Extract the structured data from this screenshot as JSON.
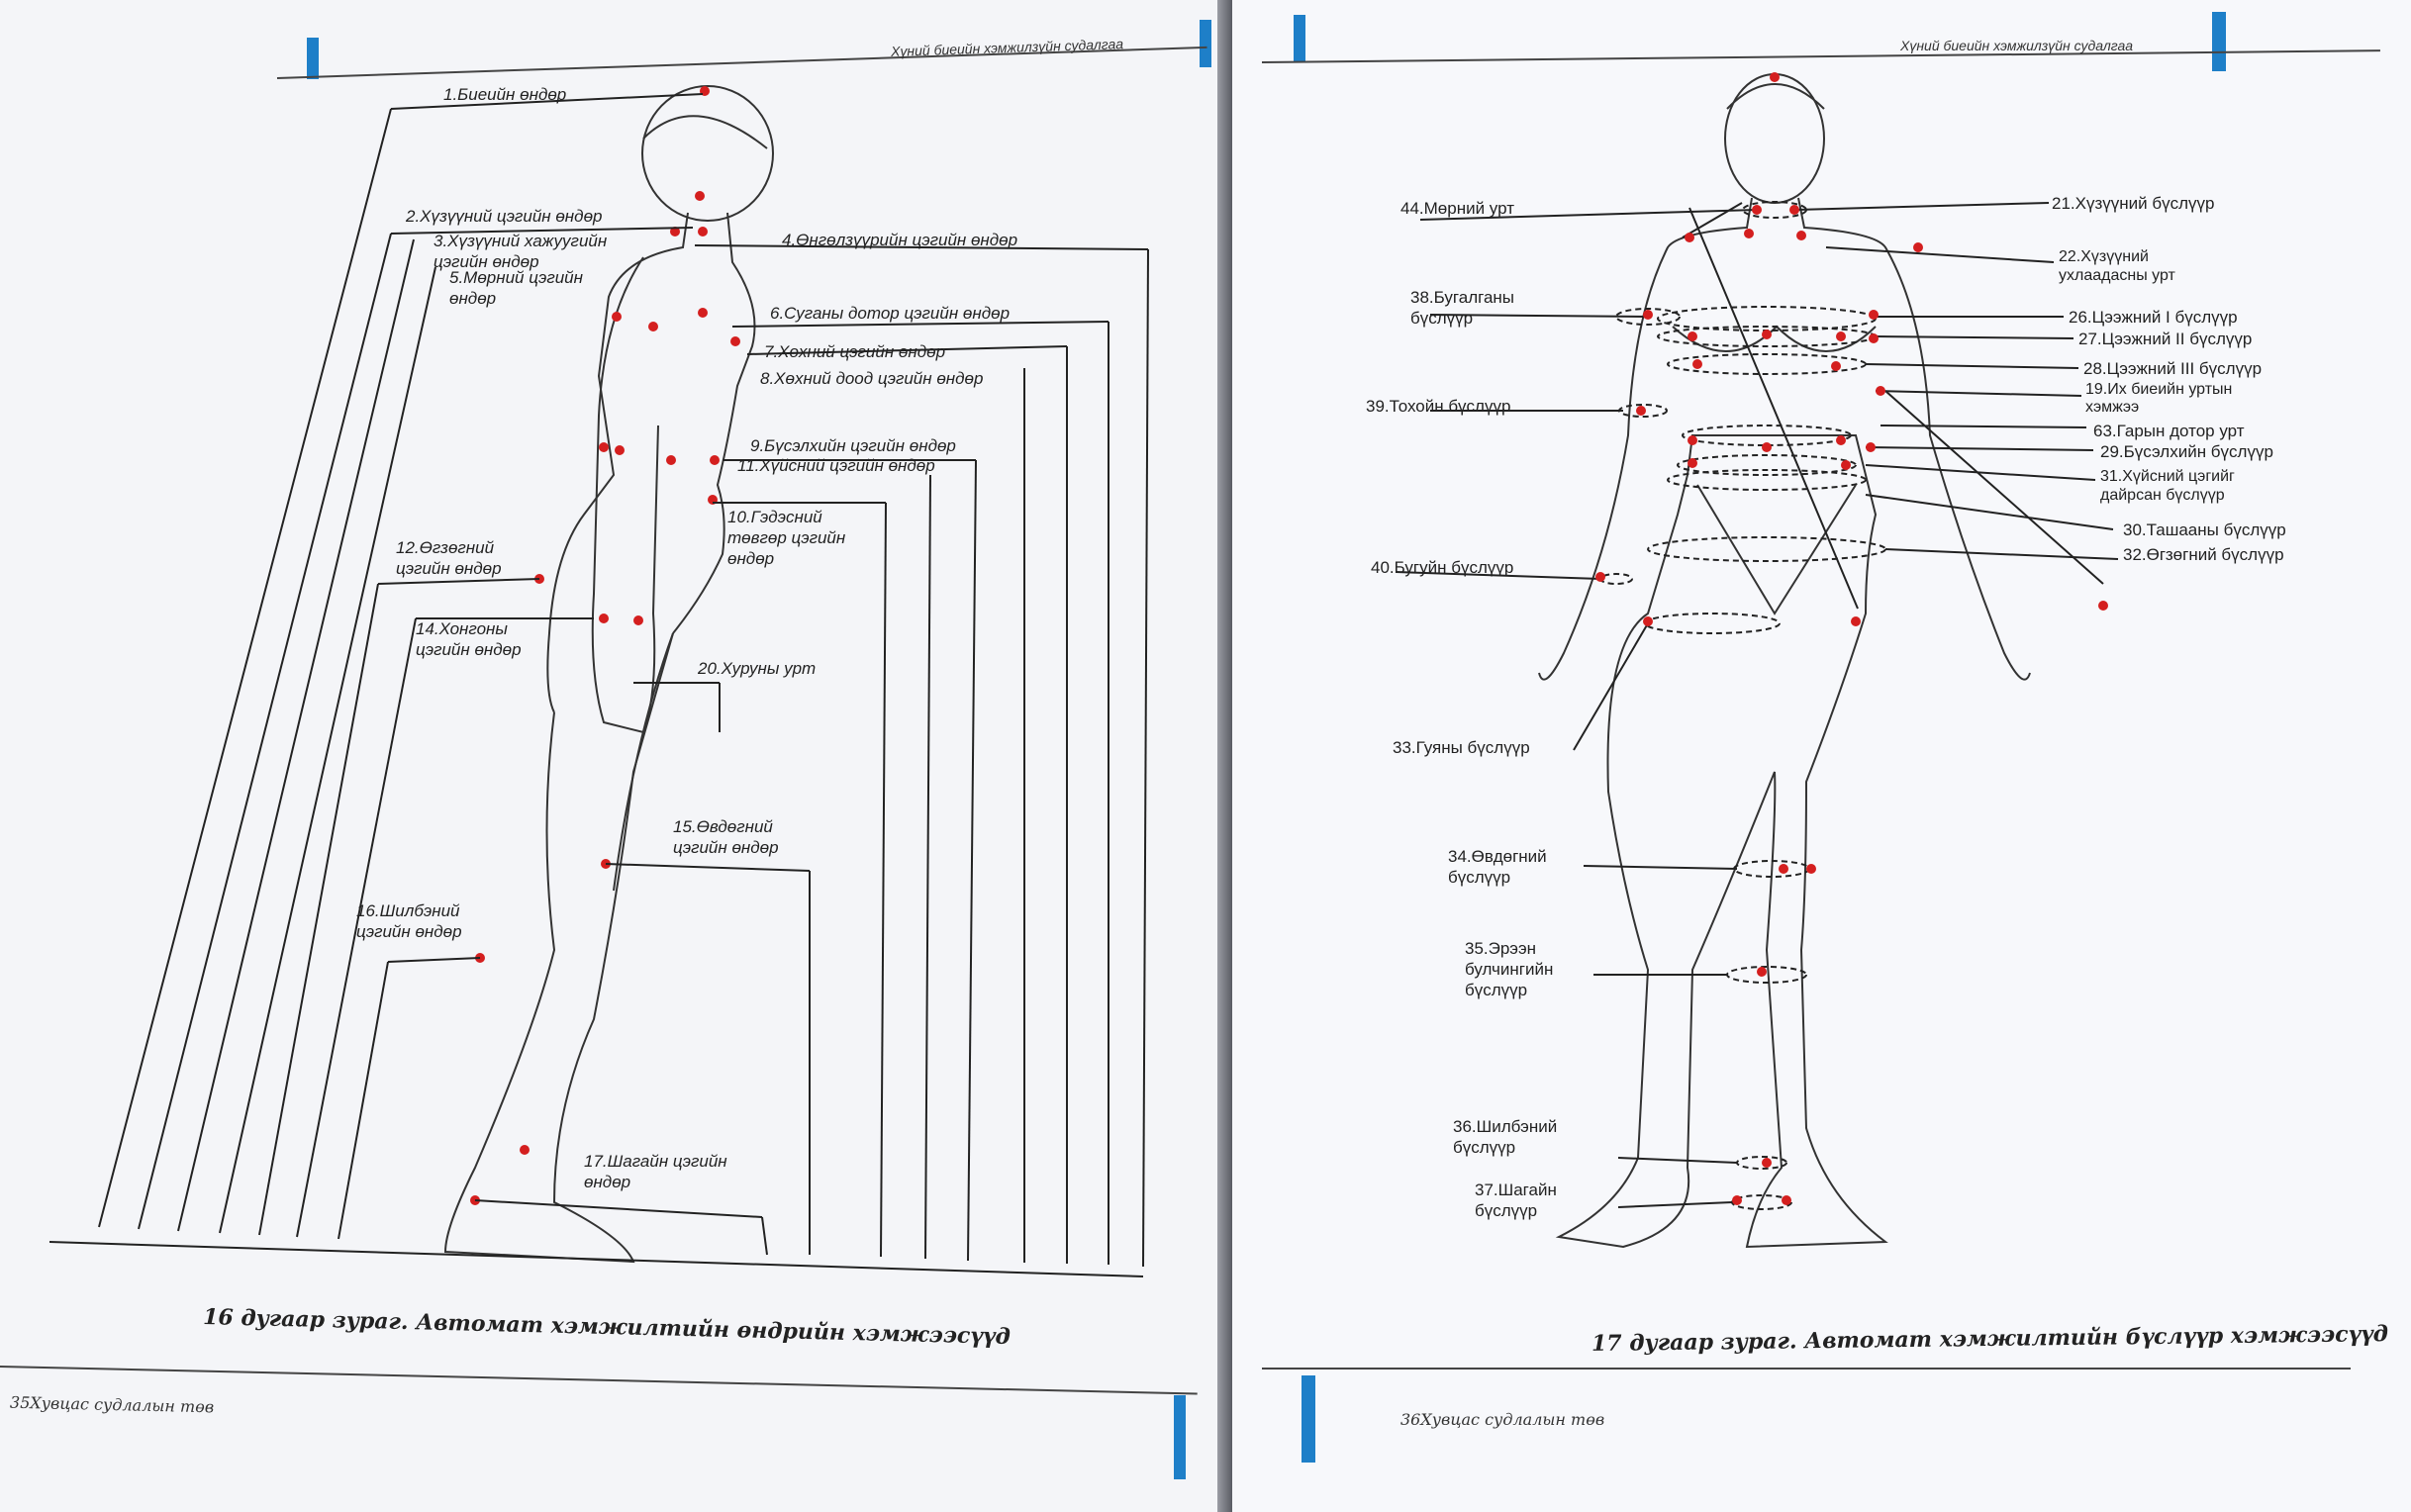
{
  "header": {
    "left_title": "Хүний биеийн хэмжилзүйн судалгаа",
    "right_title": "Хүний биеийн хэмжилзүйн судалгаа",
    "accent_color": "#1e7fc8"
  },
  "left_figure": {
    "labels": [
      "1.Биеийн өндөр",
      "2.Хүзүүний цэгийн өндөр",
      "3.Хүзүүний хажуугийн цэгийн өндөр",
      "4.Өнгөлзүүрийн цэгийн өндөр",
      "5.Мөрний цэгийн өндөр",
      "6.Суганы дотор цэгийн өндөр",
      "7.Хөхний цэгийн өндөр",
      "8.Хөхний доод цэгийн өндөр",
      "9.Бүсэлхийн цэгийн өндөр",
      "11.Хүйсний цэгийн өндөр",
      "10.Гэдэсний төвгөр цэгийн өндөр",
      "12.Өгзөгний цэгийн өндөр",
      "14.Хонгоны цэгийн өндөр",
      "20.Хуруны урт",
      "15.Өвдөгний цэгийн өндөр",
      "16.Шилбэний цэгийн өндөр",
      "17.Шагайн цэгийн өндөр"
    ],
    "caption": "16 дугаар зураг. Автомат хэмжилтийн өндрийн хэмжээсүүд",
    "footer": "35Хувцас судлалын төв"
  },
  "right_figure": {
    "labels_left": [
      "44.Мөрний урт",
      "38.Бугалганы бүслүүр",
      "39.Тохойн бүслүүр",
      "40.Бугуйн бүслүүр",
      "33.Гуяны бүслүүр",
      "34.Өвдөгний бүслүүр",
      "35.Эрээн булчингийн бүслүүр",
      "36.Шилбэний бүслүүр",
      "37.Шагайн бүслүүр"
    ],
    "labels_right": [
      "21.Хүзүүний бүслүүр",
      "22.Хүзүүний ухлаадасны урт",
      "26.Цээжний I бүслүүр",
      "27.Цээжний II бүслүүр",
      "28.Цээжний III бүслүүр",
      "19.Их биеийн уртын хэмжээ",
      "63.Гарын дотор урт",
      "29.Бүсэлхийн бүслүүр",
      "31.Хүйсний цэгийг дайрсан бүслүүр",
      "30.Ташааны бүслүүр",
      "32.Өгзөгний бүслүүр"
    ],
    "caption": "17 дугаар зураг. Автомат хэмжилтийн бүслүүр хэмжээсүүд",
    "footer": "36Хувцас судлалын төв"
  }
}
